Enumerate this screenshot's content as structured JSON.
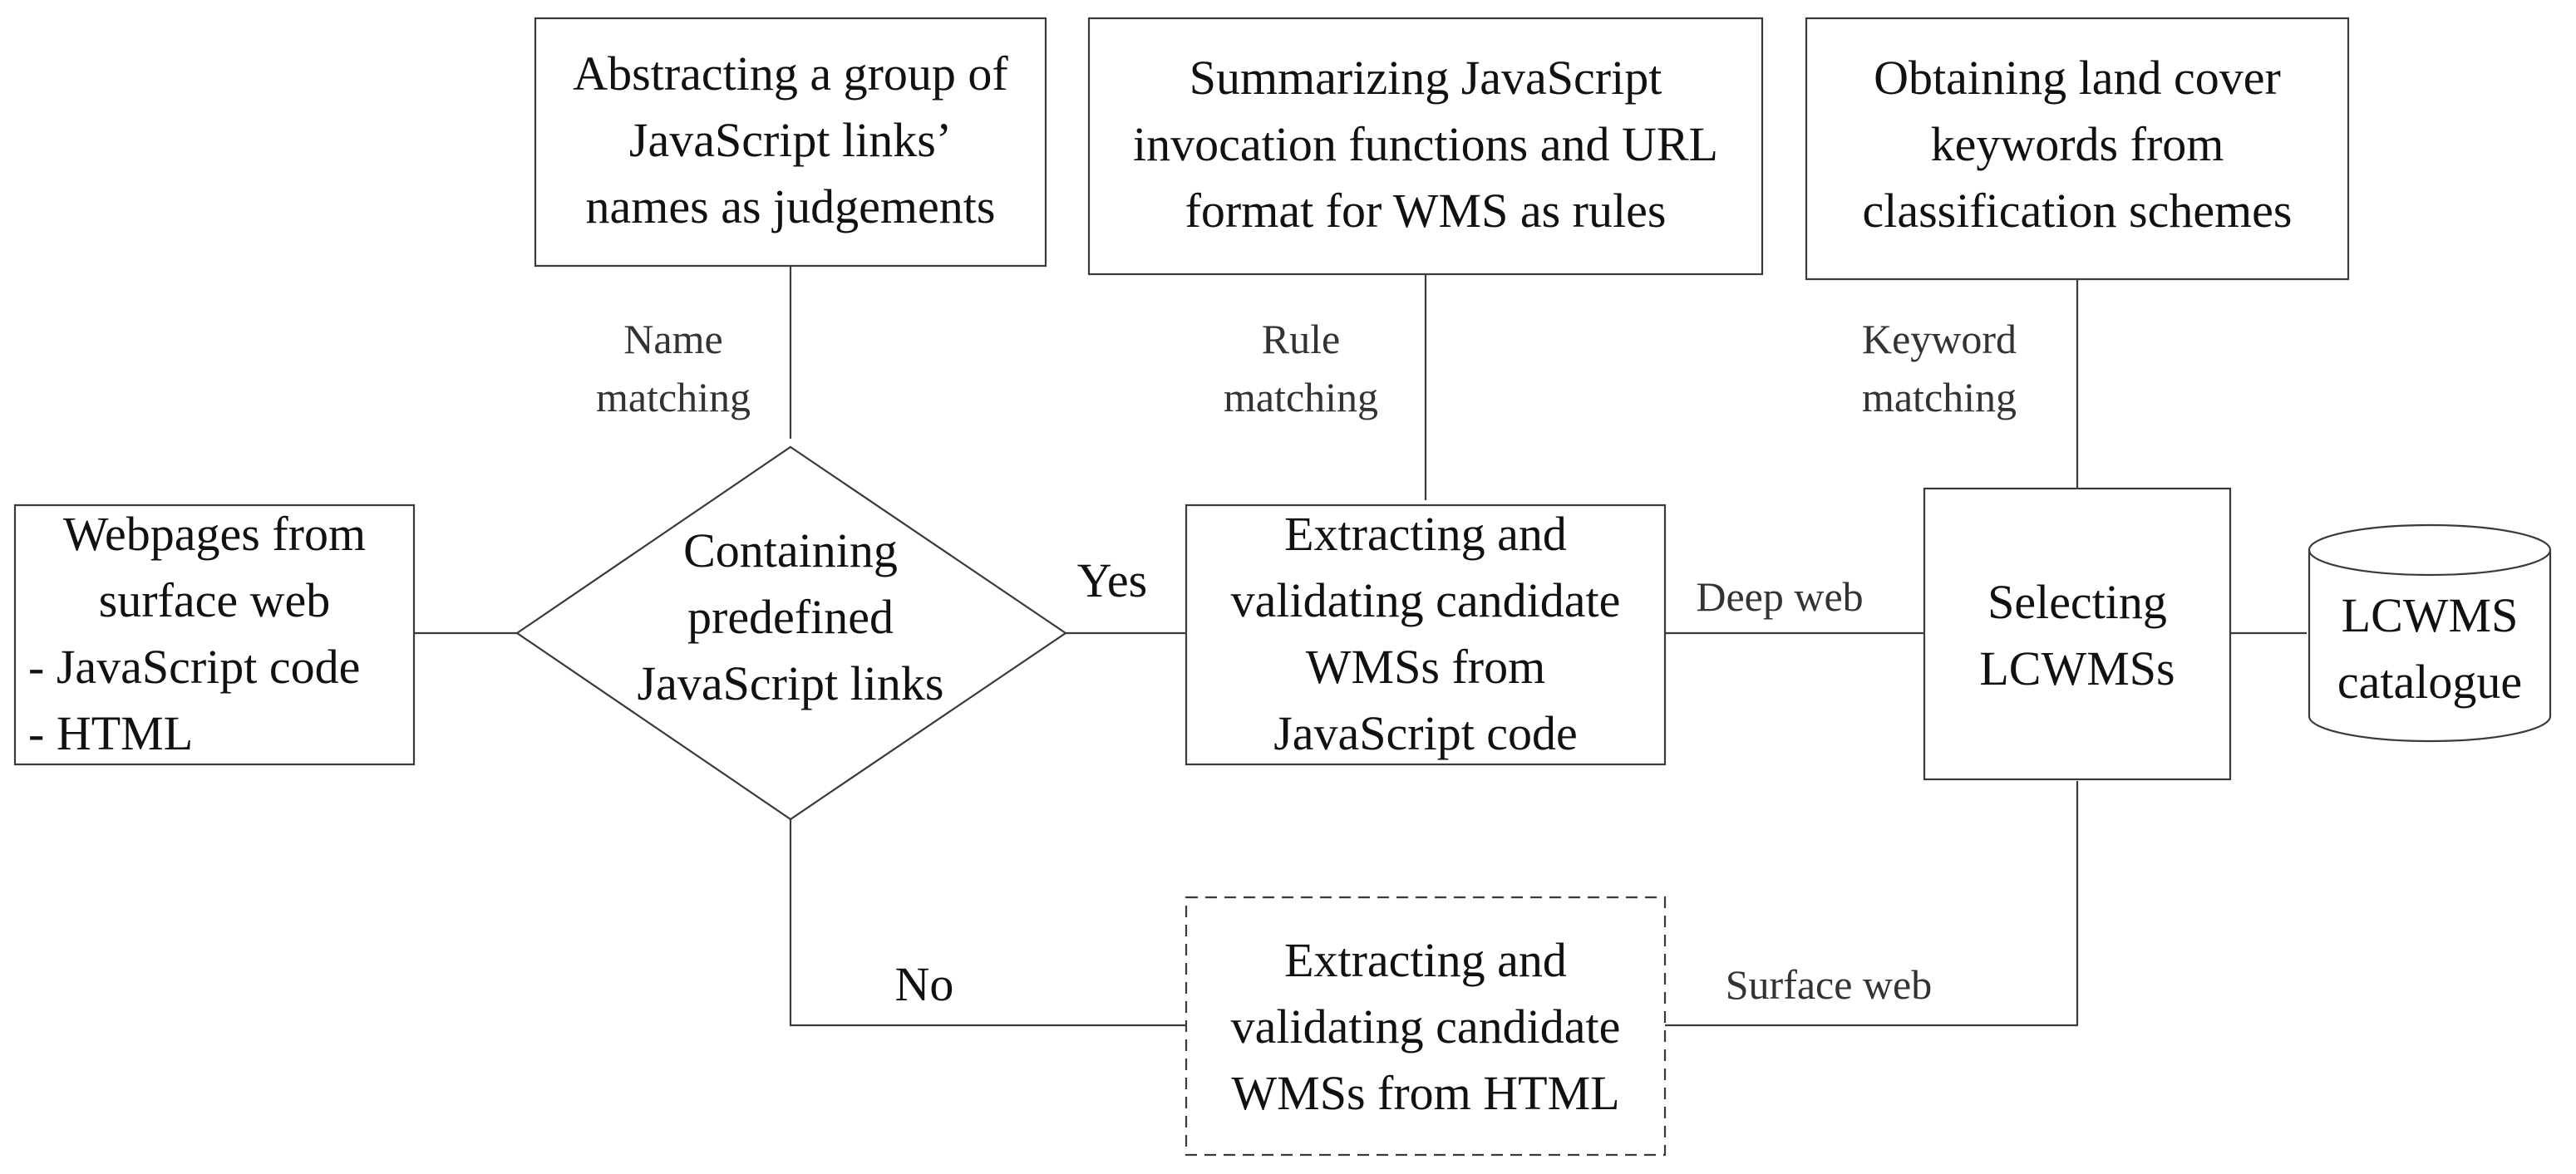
{
  "top_boxes": {
    "judgements": [
      "Abstracting a group of",
      "JavaScript links’",
      "names as judgements"
    ],
    "rules": [
      "Summarizing JavaScript",
      "invocation functions and URL",
      "format for WMS as rules"
    ],
    "keywords": [
      "Obtaining land cover",
      "keywords from",
      "classification schemes"
    ]
  },
  "matching_labels": {
    "name": [
      "Name",
      "matching"
    ],
    "rule": [
      "Rule",
      "matching"
    ],
    "keyword": [
      "Keyword",
      "matching"
    ]
  },
  "input_box": [
    "Webpages from",
    "surface web",
    "- JavaScript code",
    "- HTML"
  ],
  "decision": [
    "Containing",
    "predefined",
    "JavaScript links"
  ],
  "branch_labels": {
    "yes": "Yes",
    "no": "No"
  },
  "extract_js": [
    "Extracting and",
    "validating candidate",
    "WMSs from",
    "JavaScript code"
  ],
  "extract_html": [
    "Extracting and",
    "validating candidate",
    "WMSs from HTML"
  ],
  "flow_labels": {
    "deep_web": "Deep web",
    "surface_web": "Surface web"
  },
  "selecting": [
    "Selecting",
    "LCWMSs"
  ],
  "catalogue": [
    "LCWMS",
    "catalogue"
  ]
}
